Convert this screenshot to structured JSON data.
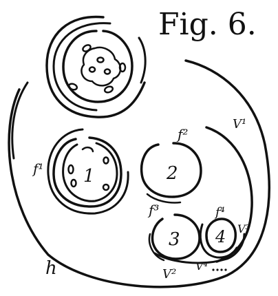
{
  "figure": {
    "title": "Fig. 6.",
    "labels": {
      "bundle_1": "1",
      "bundle_2": "2",
      "bundle_3": "3",
      "bundle_4": "4",
      "f1": "f¹",
      "f2": "f²",
      "f3": "f³",
      "f4": "f⁴",
      "v1": "V¹",
      "v2": "V²",
      "v3": "V³",
      "v4": "V⁴",
      "h": "h"
    }
  }
}
